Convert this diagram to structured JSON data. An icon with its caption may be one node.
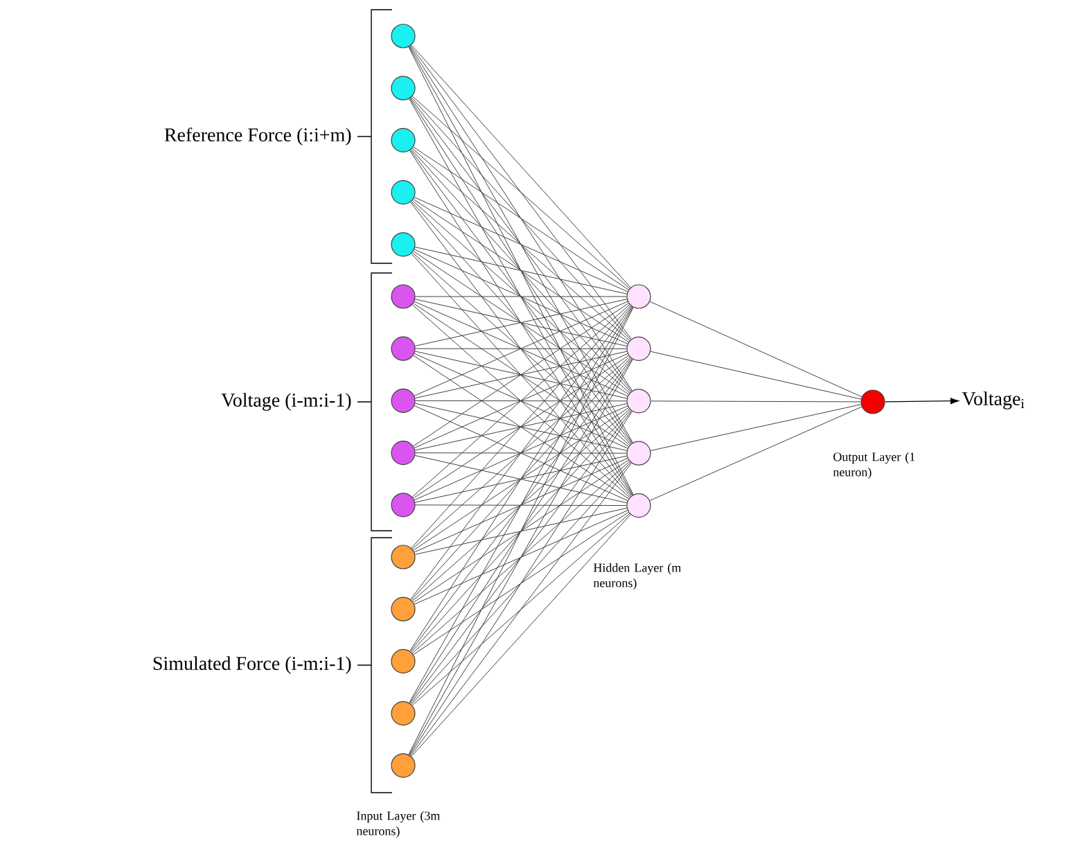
{
  "diagram": {
    "nodes": [
      {
        "text": [],
        "shape": "circle"
      },
      {
        "text": [],
        "shape": "circle"
      },
      {
        "text": [],
        "shape": "circle"
      },
      {
        "text": [],
        "shape": "circle"
      },
      {
        "text": [],
        "shape": "circle"
      },
      {
        "text": [],
        "shape": "circle"
      },
      {
        "text": [],
        "shape": "circle"
      },
      {
        "text": [],
        "shape": "circle"
      },
      {
        "text": [],
        "shape": "circle"
      },
      {
        "text": [],
        "shape": "circle"
      },
      {
        "text": [],
        "shape": "circle"
      },
      {
        "text": [],
        "shape": "circle"
      },
      {
        "text": [],
        "shape": "circle"
      },
      {
        "text": [],
        "shape": "circle"
      },
      {
        "text": [],
        "shape": "circle"
      },
      {
        "text": [],
        "shape": "circle"
      },
      {
        "text": [],
        "shape": "circle"
      },
      {
        "text": [],
        "shape": "circle"
      },
      {
        "text": [],
        "shape": "circle"
      },
      {
        "text": [],
        "shape": "circle"
      },
      {
        "text": [],
        "shape": "circle"
      },
      {
        "text": [
          "Voltage$_{i}$"
        ]
      }
    ],
    "edges": [
      {
        "from": 0,
        "to": 15,
        "arrow": "none"
      },
      {
        "from": 0,
        "to": 16,
        "arrow": "none"
      },
      {
        "from": 0,
        "to": 17,
        "arrow": "none"
      },
      {
        "from": 0,
        "to": 18,
        "arrow": "none"
      },
      {
        "from": 0,
        "to": 19,
        "arrow": "none"
      },
      {
        "from": 1,
        "to": 15,
        "arrow": "none"
      },
      {
        "from": 1,
        "to": 16,
        "arrow": "none"
      },
      {
        "from": 1,
        "to": 17,
        "arrow": "none"
      },
      {
        "from": 1,
        "to": 18,
        "arrow": "none"
      },
      {
        "from": 1,
        "to": 19,
        "arrow": "none"
      },
      {
        "from": 2,
        "to": 15,
        "arrow": "none"
      },
      {
        "from": 2,
        "to": 16,
        "arrow": "none"
      },
      {
        "from": 2,
        "to": 17,
        "arrow": "none"
      },
      {
        "from": 2,
        "to": 18,
        "arrow": "none"
      },
      {
        "from": 2,
        "to": 19,
        "arrow": "none"
      },
      {
        "from": 3,
        "to": 15,
        "arrow": "none"
      },
      {
        "from": 3,
        "to": 16,
        "arrow": "none"
      },
      {
        "from": 3,
        "to": 17,
        "arrow": "none"
      },
      {
        "from": 3,
        "to": 18,
        "arrow": "none"
      },
      {
        "from": 3,
        "to": 19,
        "arrow": "none"
      },
      {
        "from": 4,
        "to": 15,
        "arrow": "none"
      },
      {
        "from": 4,
        "to": 16,
        "arrow": "none"
      },
      {
        "from": 4,
        "to": 17,
        "arrow": "none"
      },
      {
        "from": 4,
        "to": 18,
        "arrow": "none"
      },
      {
        "from": 4,
        "to": 19,
        "arrow": "none"
      },
      {
        "from": 5,
        "to": 15,
        "arrow": "none"
      },
      {
        "from": 5,
        "to": 16,
        "arrow": "none"
      },
      {
        "from": 5,
        "to": 17,
        "arrow": "none"
      },
      {
        "from": 5,
        "to": 18,
        "arrow": "none"
      },
      {
        "from": 5,
        "to": 19,
        "arrow": "none"
      },
      {
        "from": 6,
        "to": 15,
        "arrow": "none"
      },
      {
        "from": 6,
        "to": 16,
        "arrow": "none"
      },
      {
        "from": 6,
        "to": 17,
        "arrow": "none"
      },
      {
        "from": 6,
        "to": 18,
        "arrow": "none"
      },
      {
        "from": 6,
        "to": 19,
        "arrow": "none"
      },
      {
        "from": 7,
        "to": 15,
        "arrow": "none"
      },
      {
        "from": 7,
        "to": 16,
        "arrow": "none"
      },
      {
        "from": 7,
        "to": 17,
        "arrow": "none"
      },
      {
        "from": 7,
        "to": 18,
        "arrow": "none"
      },
      {
        "from": 7,
        "to": 19,
        "arrow": "none"
      },
      {
        "from": 8,
        "to": 15,
        "arrow": "none"
      },
      {
        "from": 8,
        "to": 16,
        "arrow": "none"
      },
      {
        "from": 8,
        "to": 17,
        "arrow": "none"
      },
      {
        "from": 8,
        "to": 18,
        "arrow": "none"
      },
      {
        "from": 8,
        "to": 19,
        "arrow": "none"
      },
      {
        "from": 9,
        "to": 15,
        "arrow": "none"
      },
      {
        "from": 9,
        "to": 16,
        "arrow": "none"
      },
      {
        "from": 9,
        "to": 17,
        "arrow": "none"
      },
      {
        "from": 9,
        "to": 18,
        "arrow": "none"
      },
      {
        "from": 9,
        "to": 19,
        "arrow": "none"
      },
      {
        "from": 10,
        "to": 15,
        "arrow": "none"
      },
      {
        "from": 10,
        "to": 16,
        "arrow": "none"
      },
      {
        "from": 10,
        "to": 17,
        "arrow": "none"
      },
      {
        "from": 10,
        "to": 18,
        "arrow": "none"
      },
      {
        "from": 10,
        "to": 19,
        "arrow": "none"
      },
      {
        "from": 11,
        "to": 15,
        "arrow": "none"
      },
      {
        "from": 11,
        "to": 16,
        "arrow": "none"
      },
      {
        "from": 11,
        "to": 17,
        "arrow": "none"
      },
      {
        "from": 11,
        "to": 18,
        "arrow": "none"
      },
      {
        "from": 11,
        "to": 19,
        "arrow": "none"
      },
      {
        "from": 12,
        "to": 15,
        "arrow": "none"
      },
      {
        "from": 12,
        "to": 16,
        "arrow": "none"
      },
      {
        "from": 12,
        "to": 17,
        "arrow": "none"
      },
      {
        "from": 12,
        "to": 18,
        "arrow": "none"
      },
      {
        "from": 12,
        "to": 19,
        "arrow": "none"
      },
      {
        "from": 13,
        "to": 15,
        "arrow": "none"
      },
      {
        "from": 13,
        "to": 16,
        "arrow": "none"
      },
      {
        "from": 13,
        "to": 17,
        "arrow": "none"
      },
      {
        "from": 13,
        "to": 18,
        "arrow": "none"
      },
      {
        "from": 13,
        "to": 19,
        "arrow": "none"
      },
      {
        "from": 14,
        "to": 15,
        "arrow": "none"
      },
      {
        "from": 14,
        "to": 16,
        "arrow": "none"
      },
      {
        "from": 14,
        "to": 17,
        "arrow": "none"
      },
      {
        "from": 14,
        "to": 18,
        "arrow": "none"
      },
      {
        "from": 14,
        "to": 19,
        "arrow": "none"
      },
      {
        "from": 15,
        "to": 20,
        "arrow": "none"
      },
      {
        "from": 16,
        "to": 20,
        "arrow": "none"
      },
      {
        "from": 17,
        "to": 20,
        "arrow": "none"
      },
      {
        "from": 18,
        "to": 20,
        "arrow": "none"
      },
      {
        "from": 19,
        "to": 20,
        "arrow": "none"
      },
      {
        "from": 20,
        "to": 21,
        "arrow": "to"
      }
    ],
    "labels": [
      "Reference Force (i:i+m)",
      "Voltage (i-m:i-1)",
      "Simulated Force (i-m:i-1)",
      "Input Layer (3m neurons)",
      "Hidden Layer (m neurons)",
      "Output Layer (1 neuron)"
    ]
  }
}
